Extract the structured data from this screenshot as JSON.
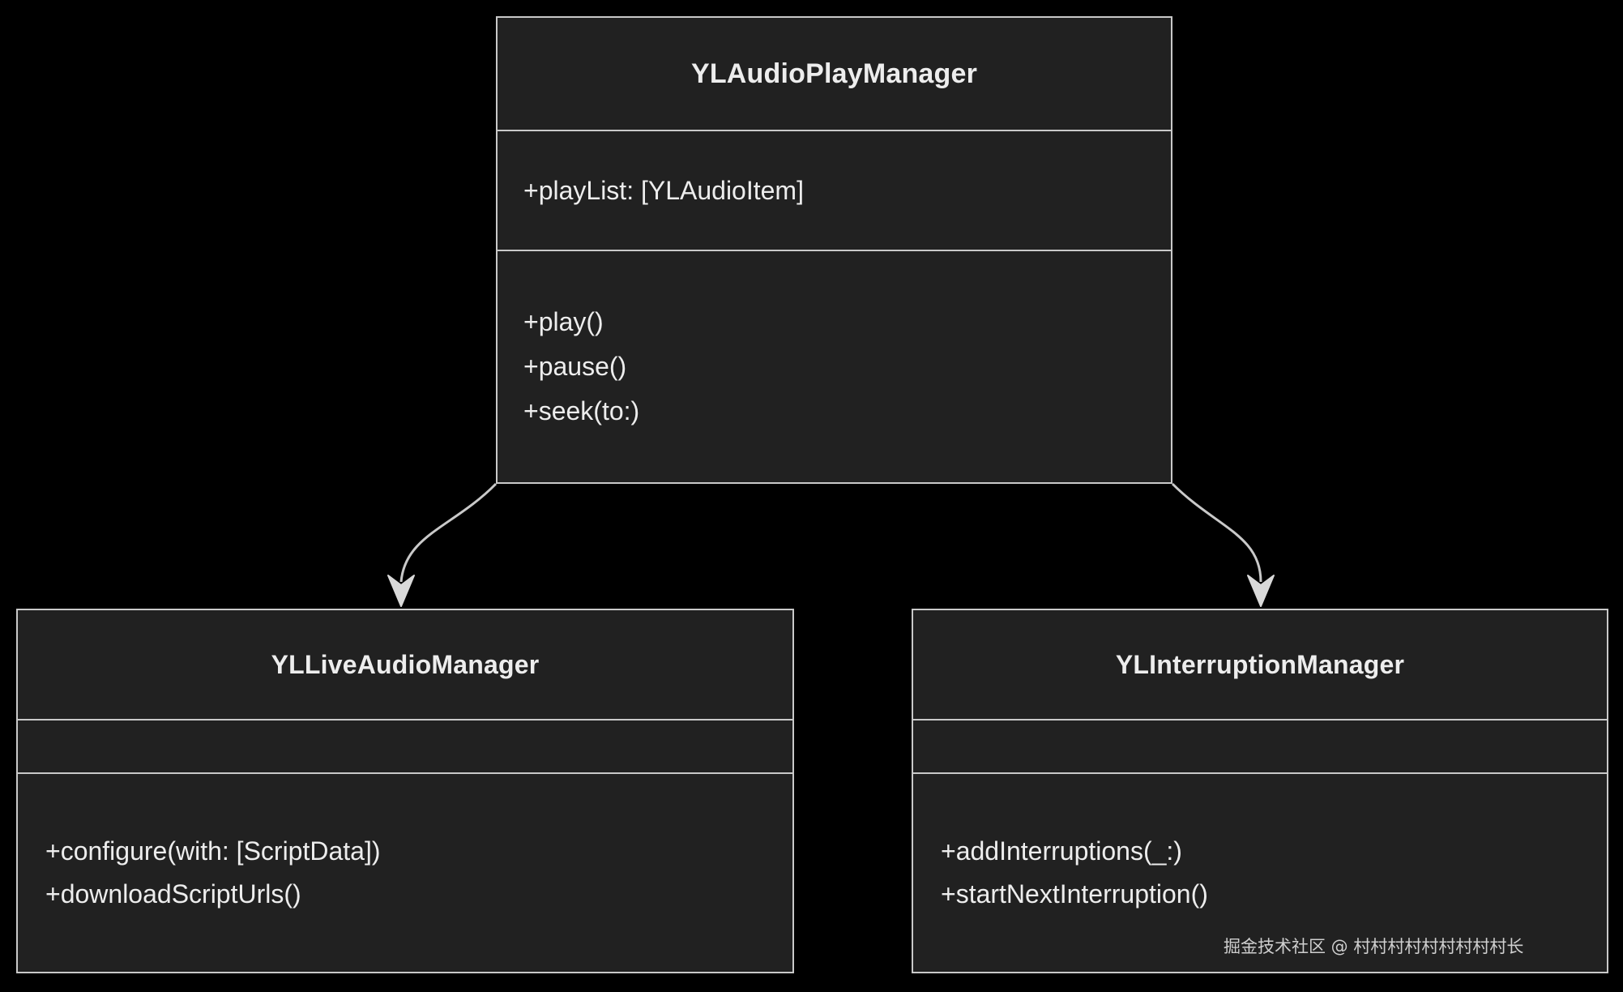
{
  "diagram": {
    "type": "uml-class-diagram",
    "background_color": "#000000",
    "box_fill_color": "#212121",
    "box_border_color": "#c9c9c9",
    "text_color": "#ededed",
    "classes": [
      {
        "id": "YLAudioPlayManager",
        "name": "YLAudioPlayManager",
        "attributes": [
          "+playList: [YLAudioItem]"
        ],
        "operations": [
          "+play()",
          "+pause()",
          "+seek(to:)"
        ]
      },
      {
        "id": "YLLiveAudioManager",
        "name": "YLLiveAudioManager",
        "attributes": [],
        "operations": [
          "+configure(with: [ScriptData])",
          "+downloadScriptUrls()"
        ]
      },
      {
        "id": "YLInterruptionManager",
        "name": "YLInterruptionManager",
        "attributes": [],
        "operations": [
          "+addInterruptions(_:)",
          "+startNextInterruption()"
        ]
      }
    ],
    "relations": [
      {
        "from": "YLAudioPlayManager",
        "to": "YLLiveAudioManager",
        "arrow": "open-arrow"
      },
      {
        "from": "YLAudioPlayManager",
        "to": "YLInterruptionManager",
        "arrow": "open-arrow"
      }
    ]
  },
  "watermark": {
    "text": "掘金技术社区 @ 村村村村村村村村村长"
  }
}
